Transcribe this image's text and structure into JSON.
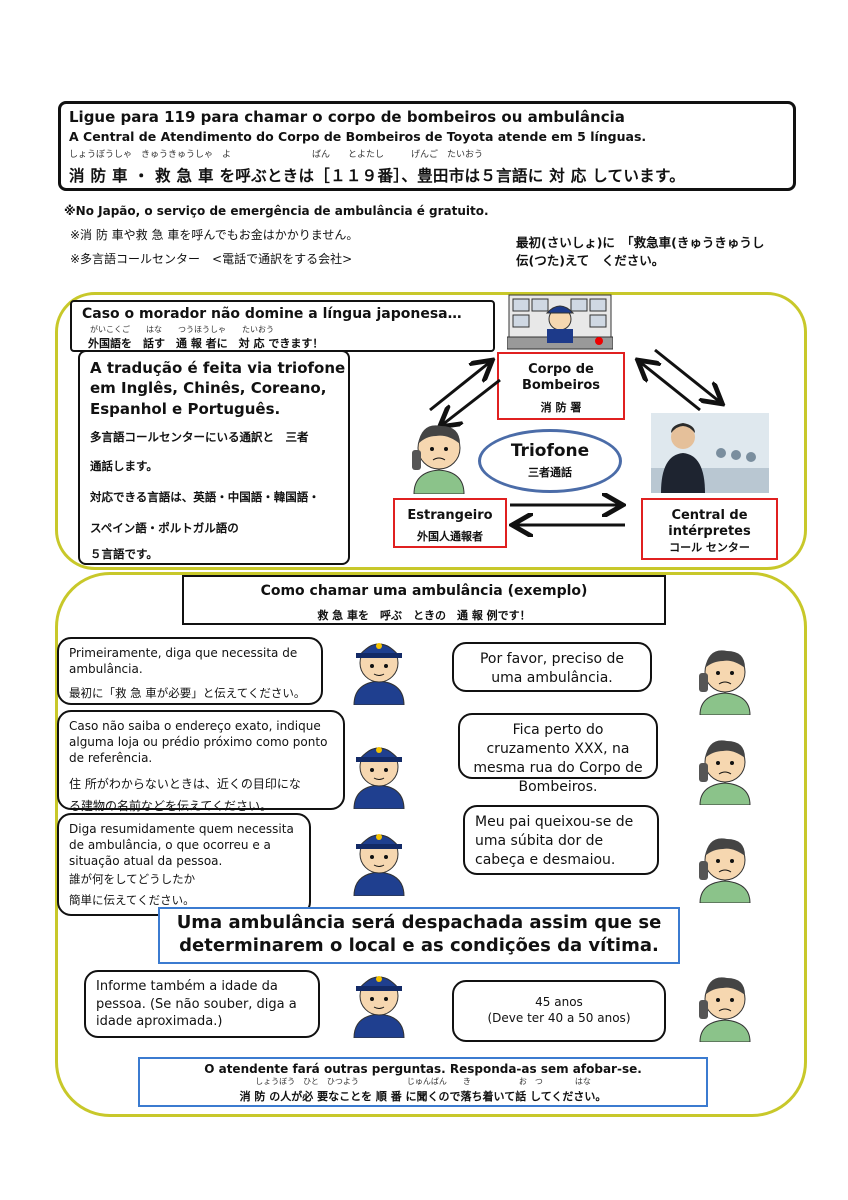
{
  "header": {
    "title": "Ligue para 119 para chamar o corpo de bombeiros ou ambulância",
    "subtitle": "A Central de Atendimento do Corpo de Bombeiros de Toyota atende em 5 línguas.",
    "ruby": "しょうぼうしゃ　きゅうきゅうしゃ　よ　　　　　　　　　ばん　　とよたし　　　げんご　たいおう",
    "jp": "消 防 車 ・ 救 急 車 を呼ぶときは［１１９番］、豊田市は５言語に 対 応 しています。"
  },
  "notes": {
    "pt": "※No Japão, o serviço de emergência de ambulância é gratuito.",
    "jp1": "※消 防 車や救 急 車を呼んでもお金はかかりません。",
    "jp2": "※多言語コールセンター　<電話で通訳をする会社>",
    "right1": "最初(さいしょ)に　「救急車(きゅうきゅうし",
    "right2": "伝(つた)えて　ください。"
  },
  "section1": {
    "heading": "Caso o morador não domine a língua japonesa…",
    "heading_jp": "外国語を　話す　通 報 者に　対 応 できます！",
    "heading_ruby": "がいこくご　　はな　　つうほうしゃ　　たいおう",
    "trans_pt": "A tradução é feita via triofone em Inglês, Chinês, Coreano, Espanhol e Português.",
    "trans_jp1": "多言語コールセンターにいる通訳と　三者",
    "trans_jp2": "通話します。",
    "trans_jp3": "対応できる言語は、英語・中国語・韓国語・",
    "trans_jp4": "スペイン語・ポルトガル語の",
    "trans_jp5": "５言語です。",
    "fire_dept": "Corpo de Bombeiros",
    "fire_dept_jp": "消 防 署",
    "triofone": "Triofone",
    "triofone_jp": "三者通話",
    "foreigner": "Estrangeiro",
    "foreigner_jp": "外国人通報者",
    "interp1": "Central de",
    "interp2": "intérpretes",
    "interp_jp": "コール センター"
  },
  "section2": {
    "heading": "Como chamar uma ambulância (exemplo)",
    "heading_jp": "救 急 車を　呼ぶ　ときの　通 報 例です！",
    "left1_pt": "Primeiramente, diga que necessita de ambulância.",
    "left1_jp": "最初に「救 急 車が必要」と伝えてください。",
    "right1": "Por favor, preciso de uma ambulância.",
    "left2_pt": "Caso não saiba o endereço exato, indique alguma loja ou prédio próximo como ponto de referência.",
    "left2_jp1": "住 所がわからないときは、近くの目印にな",
    "left2_jp2": "る建物の名前などを伝えてください。",
    "right2": "Fica perto do cruzamento XXX, na mesma rua do Corpo de Bombeiros.",
    "left3_pt": "Diga resumidamente quem necessita de ambulância, o que ocorreu e a situação atual da pessoa.",
    "left3_jp1": "誰が何をしてどうしたか",
    "left3_jp2": "簡単に伝えてください。",
    "right3": "Meu pai queixou-se de uma súbita dor de cabeça e desmaiou.",
    "dispatch": "Uma ambulância será despachada assim que se determinarem o local e as condições da vítima.",
    "left4_pt": "Informe também a idade da pessoa. (Se não souber, diga a idade aproximada.)",
    "right4_1": "45 anos",
    "right4_2": "(Deve ter 40 a 50 anos)",
    "footer_pt": "O atendente fará outras perguntas. Responda-as sem afobar-se.",
    "footer_jp": "消 防 の人が必 要なことを 順 番 に聞くので落ち着いて話 してください。",
    "footer_ruby": "しょうぼう　ひと　ひつよう　　　　　　じゅんばん　　き　　　　　　お　つ　　　　はな"
  }
}
